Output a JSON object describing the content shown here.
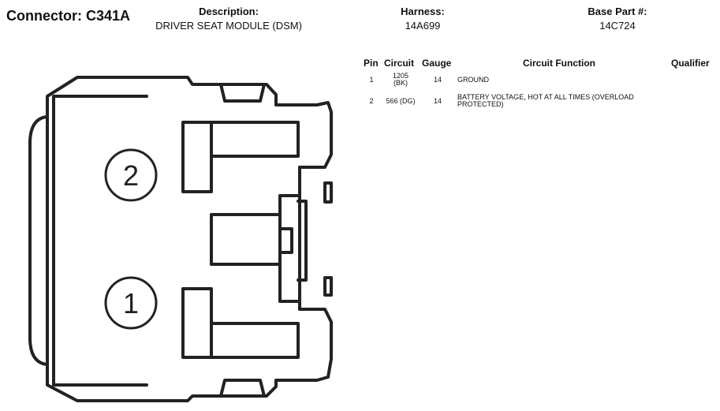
{
  "connector": {
    "label": "Connector:",
    "id": "C341A"
  },
  "header": {
    "description_label": "Description:",
    "description_value": "DRIVER SEAT MODULE (DSM)",
    "harness_label": "Harness:",
    "harness_value": "14A699",
    "base_part_label": "Base Part #:",
    "base_part_value": "14C724"
  },
  "table": {
    "columns": [
      "Pin",
      "Circuit",
      "Gauge",
      "Circuit Function",
      "Qualifier"
    ],
    "rows": [
      {
        "pin": "1",
        "circuit_line1": "1205",
        "circuit_line2": "(BK)",
        "gauge": "14",
        "function_line1": "GROUND",
        "function_line2": ""
      },
      {
        "pin": "2",
        "circuit_line1": "566 (DG)",
        "circuit_line2": "",
        "gauge": "14",
        "function_line1": "BATTERY VOLTAGE, HOT AT ALL TIMES (OVERLOAD",
        "function_line2": "PROTECTED)"
      }
    ]
  },
  "diagram": {
    "pin_labels": [
      "2",
      "1"
    ],
    "line_color": "#222222"
  }
}
